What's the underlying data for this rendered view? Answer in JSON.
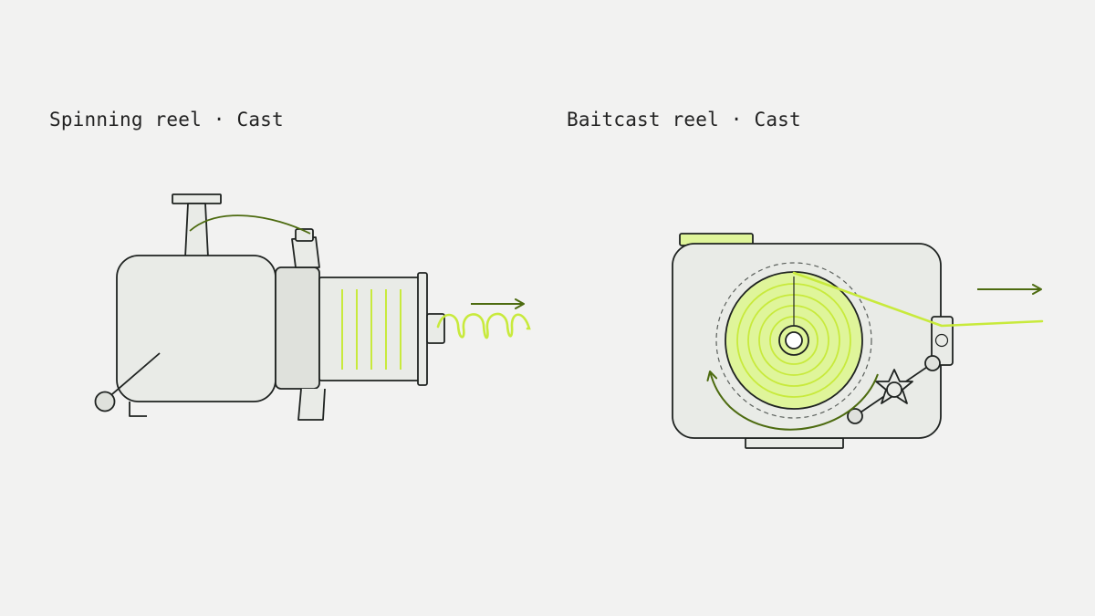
{
  "panels": {
    "spinning": {
      "title": "Spinning reel · Cast"
    },
    "baitcast": {
      "title": "Baitcast reel · Cast"
    }
  },
  "colors": {
    "background": "#f2f2f1",
    "body_fill": "#e9ebe7",
    "body_fill_dark": "#dfe1dc",
    "outline": "#1f2321",
    "line_lime": "#c8ea3c",
    "spool_lime": "#dff59a",
    "arrow_green": "#4d6b10"
  },
  "icons": {
    "cast_direction": "right-arrow",
    "spool_rotation": "curved-arrow"
  }
}
